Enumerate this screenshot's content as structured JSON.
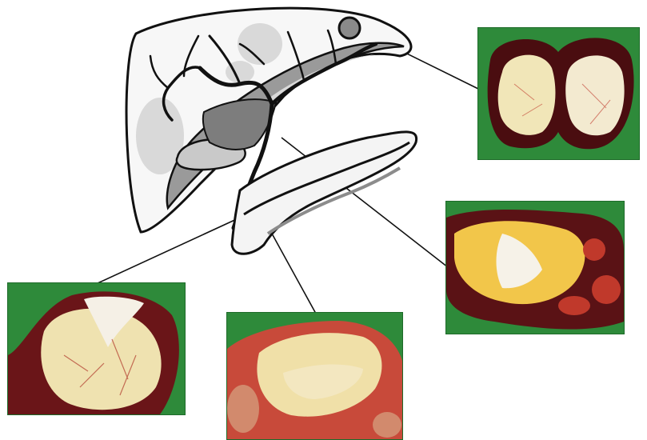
{
  "figure": {
    "illustration": "liver-biliary-pancreas-sketch",
    "photos": [
      {
        "id": "top-right",
        "subject": "bisected-liver-mass"
      },
      {
        "id": "mid-right",
        "subject": "hilar-tumor-specimen"
      },
      {
        "id": "bottom-left",
        "subject": "distal-bile-duct-tumor"
      },
      {
        "id": "bottom-mid",
        "subject": "pancreatic-head-tumor"
      }
    ],
    "colors": {
      "photo_background": "#2e8a3a",
      "tumor_tissue": "#f1e6b8",
      "liver_dark": "#4a0d10",
      "outline": "#111111"
    }
  }
}
